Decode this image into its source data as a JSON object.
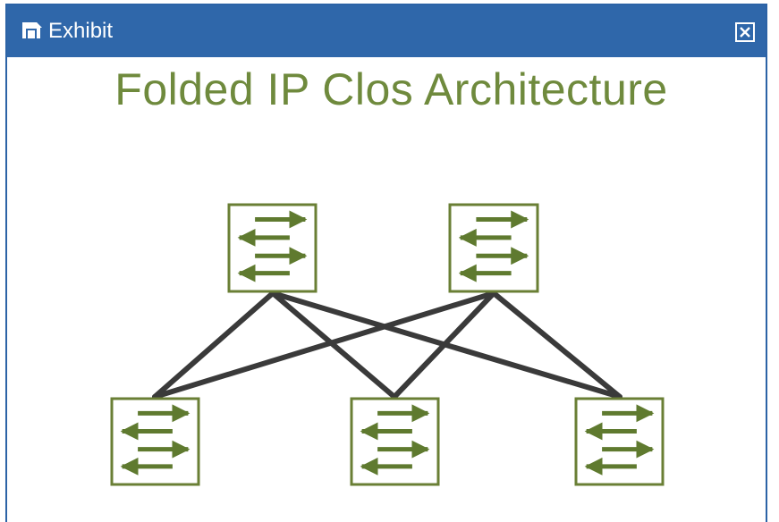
{
  "window": {
    "title": "Exhibit",
    "title_icon": "exhibit-icon",
    "close_icon": "close-icon",
    "titlebar_color": "#2f67aa"
  },
  "exhibit": {
    "heading": "Folded IP Clos Architecture",
    "heading_color": "#6f8a3d",
    "switch_icon": "switch-arrows-icon",
    "spine_count": 2,
    "leaf_count": 3,
    "link_color": "#3a3a3a"
  }
}
